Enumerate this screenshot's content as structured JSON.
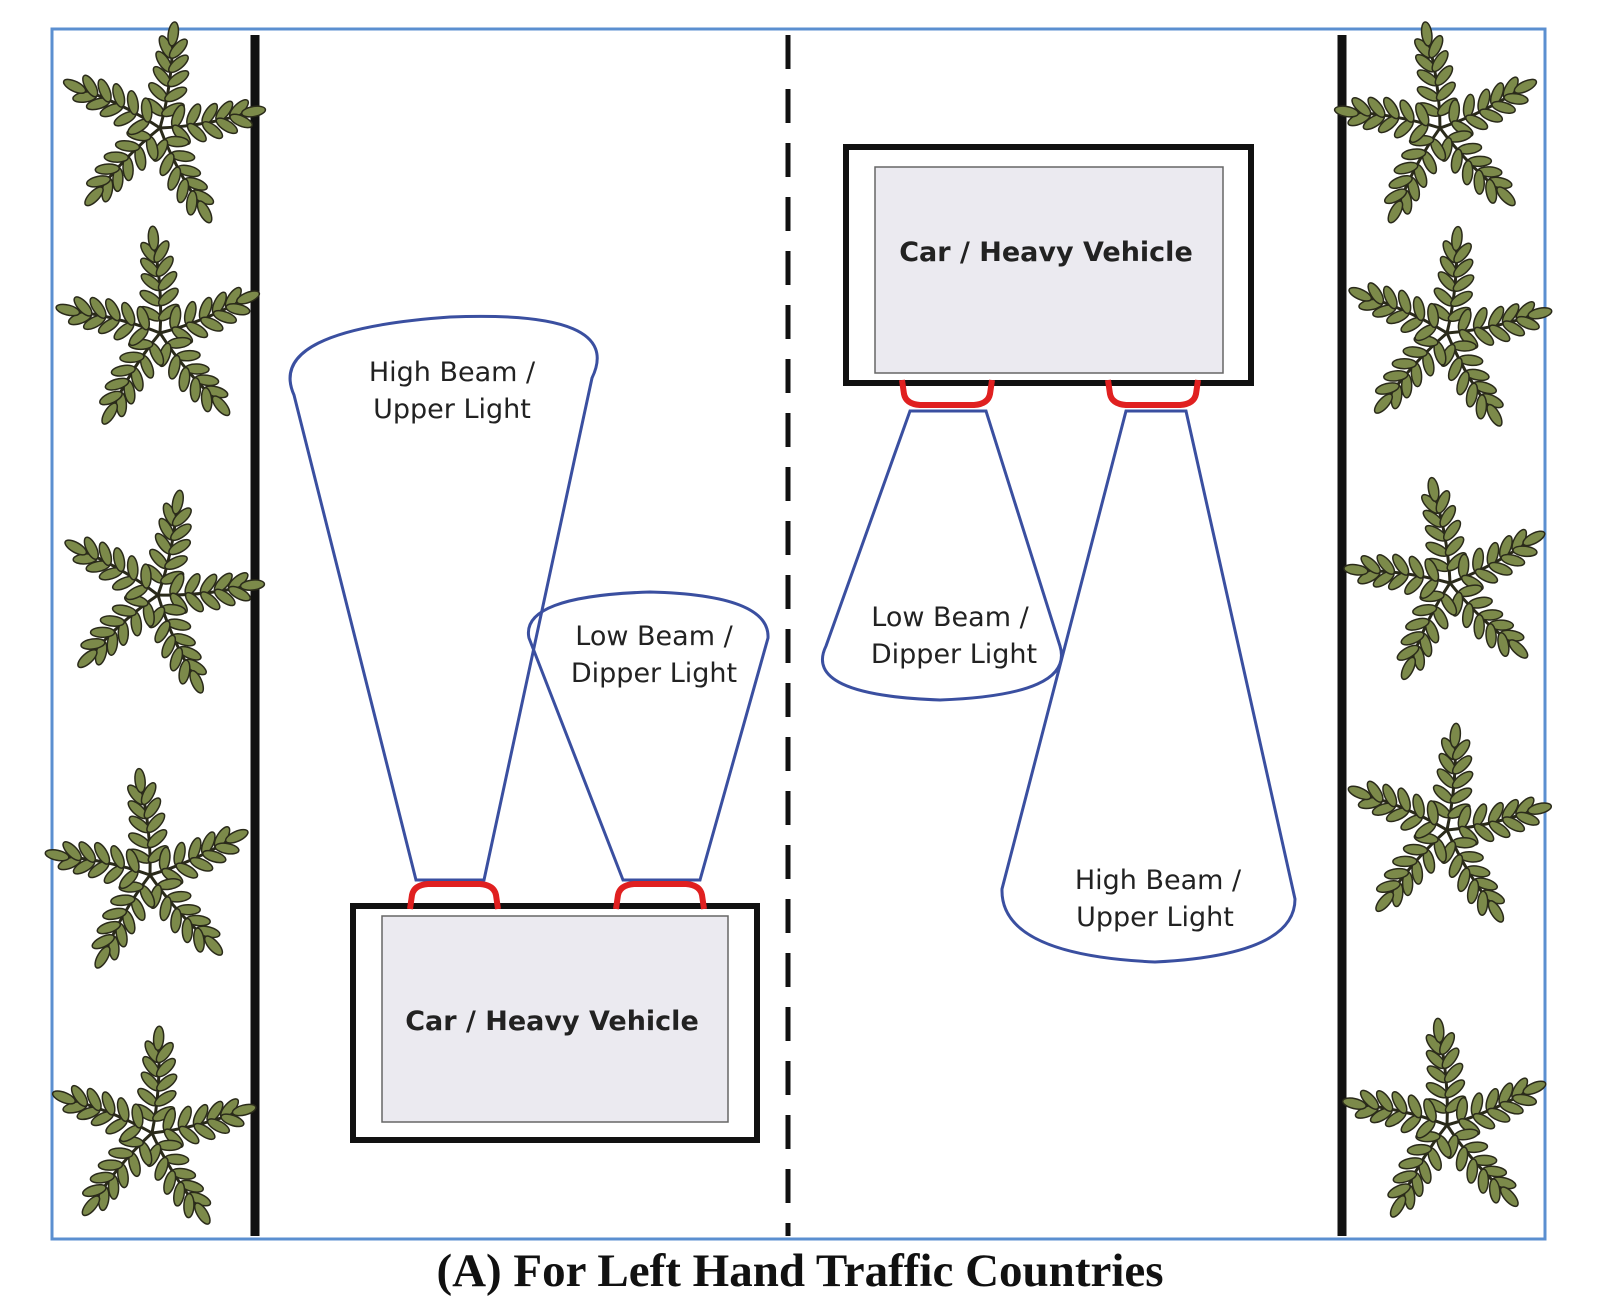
{
  "caption": "(A) For Left Hand Traffic Countries",
  "vehicles": [
    {
      "label": "Car / Heavy Vehicle"
    },
    {
      "label": "Car / Heavy Vehicle"
    }
  ],
  "beams": {
    "bottom_high": [
      "High Beam /",
      "Upper Light"
    ],
    "bottom_low": [
      "Low Beam /",
      "Dipper Light"
    ],
    "top_low": [
      "Low Beam /",
      "Dipper Light"
    ],
    "top_high": [
      "High Beam /",
      "Upper Light"
    ]
  },
  "icons": [
    "palm-tree-icon"
  ],
  "colors": {
    "frame": "#5b8fd0",
    "beam_outline": "#3a4fa0",
    "headlight": "#e02020",
    "vehicle_fill": "#ebeaf0",
    "foliage": "#7c8a4a",
    "foliage_outline": "#2a2a1a",
    "road_line": "#111111"
  }
}
